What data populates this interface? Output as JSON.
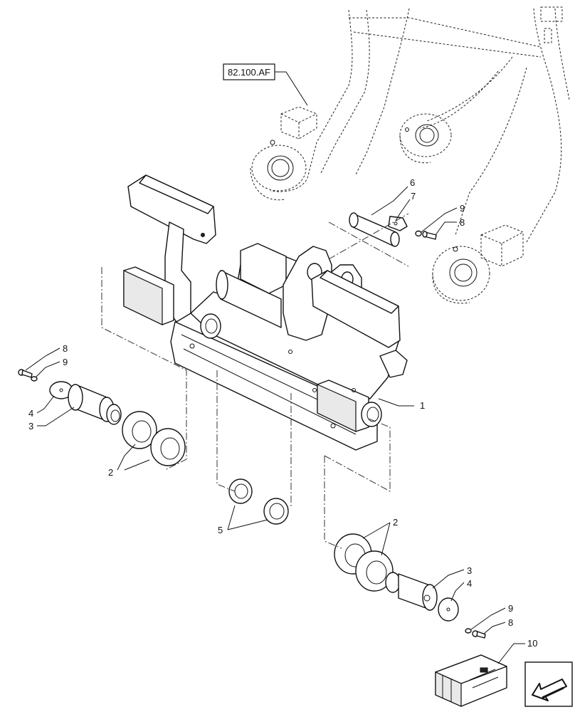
{
  "reference": {
    "label": "82.100.AF"
  },
  "callouts": {
    "c1": "1",
    "c2a": "2",
    "c2b": "2",
    "c3a": "3",
    "c3b": "3",
    "c4a": "4",
    "c4b": "4",
    "c5": "5",
    "c6": "6",
    "c7": "7",
    "c8a": "8",
    "c8b": "8",
    "c8c": "8",
    "c9a": "9",
    "c9b": "9",
    "c9c": "9",
    "c10": "10"
  },
  "icons": {
    "nav": "arrow-down-left-icon",
    "kit": "kit-box-icon"
  }
}
